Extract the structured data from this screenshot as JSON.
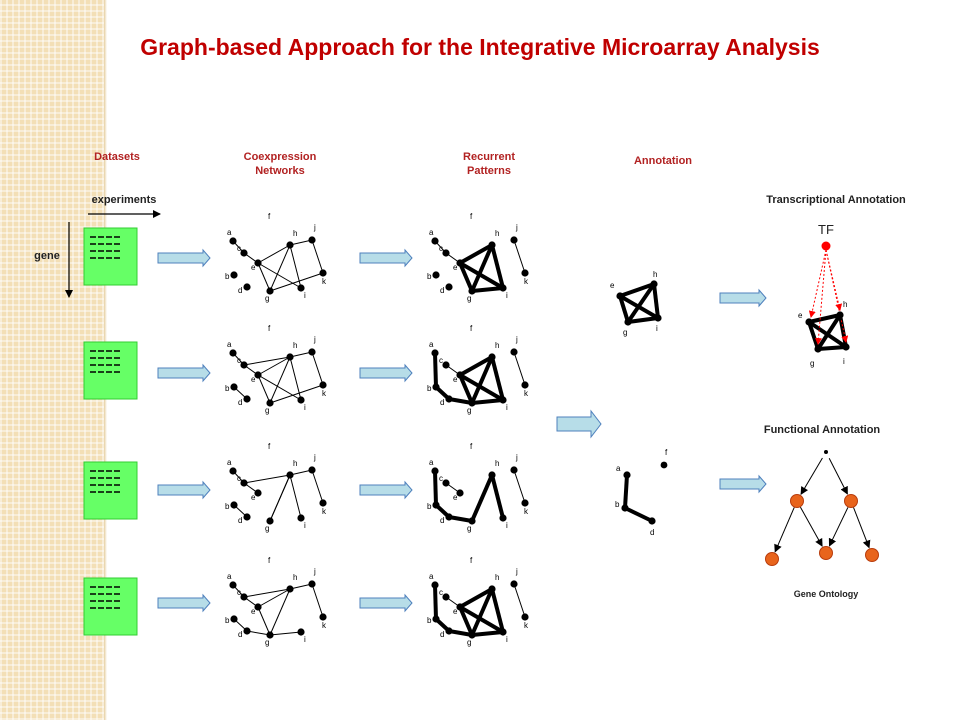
{
  "title": "Graph-based Approach for the Integrative Microarray Analysis",
  "headers": {
    "datasets": "Datasets",
    "coexpression": [
      "Coexpression",
      "Networks"
    ],
    "recurrent": [
      "Recurrent",
      "Patterns"
    ],
    "annotation": "Annotation",
    "transcriptional": "Transcriptional Annotation",
    "functional": "Functional Annotation",
    "gene_ontology": "Gene Ontology"
  },
  "axis_labels": {
    "experiments": "experiments",
    "gene": "gene"
  },
  "tf_label": "TF",
  "node_labels": [
    "a",
    "b",
    "c",
    "d",
    "e",
    "f",
    "g",
    "h",
    "i",
    "j",
    "k"
  ],
  "colors": {
    "title": "#c00000",
    "header": "#b22222",
    "dataset_fill": "#66ff66",
    "dataset_border": "#33cc33",
    "arrow_fill": "#b7dde8",
    "arrow_stroke": "#4f81bd",
    "tf_red": "#ff0000",
    "go_node": "#e8641c",
    "go_node_stroke": "#b83c0c"
  }
}
